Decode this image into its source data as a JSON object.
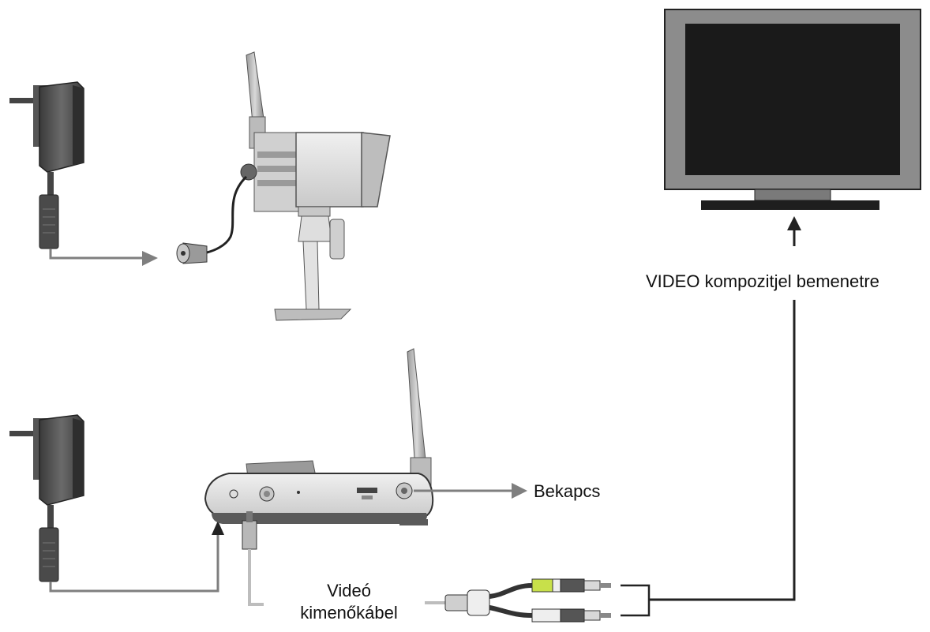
{
  "labels": {
    "video_input": "VIDEO kompozitjel bemenetre",
    "power_on": "Bekapcs",
    "video_cable_line1": "Videó",
    "video_cable_line2": "kimenőkábel"
  },
  "colors": {
    "arrow": "#7f7f7f",
    "device_body": "#d2d2d2",
    "device_dark": "#5a5a5a",
    "tv_frame": "#8c8c8c",
    "tv_screen": "#1a1a1a",
    "rca_yellow": "#c8e04a",
    "outline": "#333333"
  },
  "icons": [
    "power-adapter-icon",
    "camera-icon",
    "receiver-icon",
    "tv-icon",
    "rca-cable-icon"
  ]
}
